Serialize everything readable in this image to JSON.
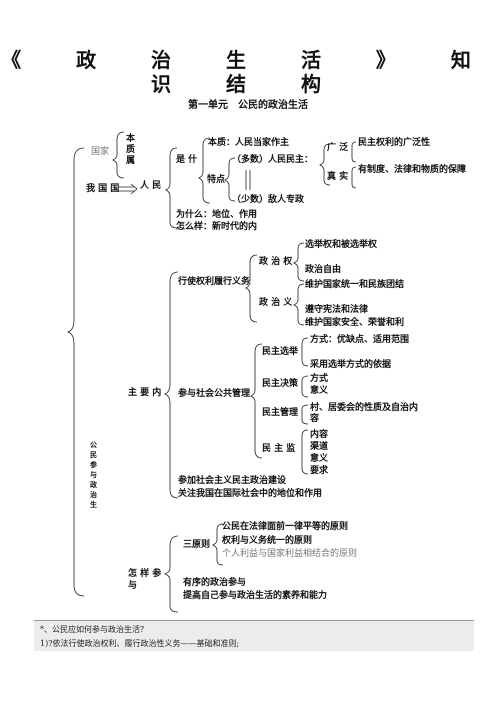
{
  "title": "《 政 治 生 活 》 知 识 结 构",
  "unit_title": "第一单元　公民的政治生活",
  "left": {
    "guojia": "国家",
    "wo_guo_guo": "我 国 国",
    "benzhi_shu": "本质属",
    "renmin": "人 民",
    "vertical_label": "公民参与政治生",
    "zhuyao_nei": "主 要 内",
    "zenyang_can": "怎 样 参 与"
  },
  "state_branch": {
    "shi_shen": "是 什",
    "benzhi": "本质：人民当家作主",
    "tedian": "特点",
    "duoshu": "（多数）人民民主：",
    "shaoshu": "（少数）敌人专政",
    "guang": "广 泛",
    "guang_detail": "民主权利的广泛性",
    "zhen": "真 实",
    "zhen_detail": "有制度、法律和物质的保障",
    "weishenme": "为什么：地位、作用",
    "zenmeyang": "怎么样：新时代的内"
  },
  "content_branch": {
    "xingshi": "行使权利履行义务",
    "zhengzhi_quan": "政 治 权",
    "quan_items": [
      "选举权和被选举权",
      "政治自由"
    ],
    "zhengzhi_yi": "政 治 义",
    "yi_items": [
      "维护国家统一和民族团结",
      "遵守宪法和法律",
      "维护国家安全、荣誉和利"
    ],
    "canyu": "参与社会公共管理",
    "xuanju": "民主选举",
    "xuanju_items": [
      "方式：优缺点、适用范围",
      "采用选举方式的依据"
    ],
    "juece": "民主决策",
    "juece_items": [
      "方式",
      "意义"
    ],
    "guanli": "民主管理",
    "guanli_items": [
      "村、居委会的性质及自治内容"
    ],
    "jiandu": "民 主 监",
    "jiandu_items": [
      "内容",
      "渠道",
      "意义",
      "要求"
    ],
    "jianshe": "参加社会主义民主政治建设",
    "guanzhu": "关注我国在国际社会中的地位和作用"
  },
  "how_branch": {
    "san_yuanze": "三原则",
    "yuanze_items": [
      "公民在法律面前一律平等的原则",
      "权利与义务统一的原则"
    ],
    "yuanze_grey": "个人利益与国家利益相结合的原则",
    "youxu": "有序的政治参与",
    "tigao": "提高自己参与政治生活的素养和能力"
  },
  "footer": {
    "line1": "*、公民应如何参与政治生活？",
    "line2": "1)?依法行使政治权利、履行政治性义务——基础和准则;"
  }
}
